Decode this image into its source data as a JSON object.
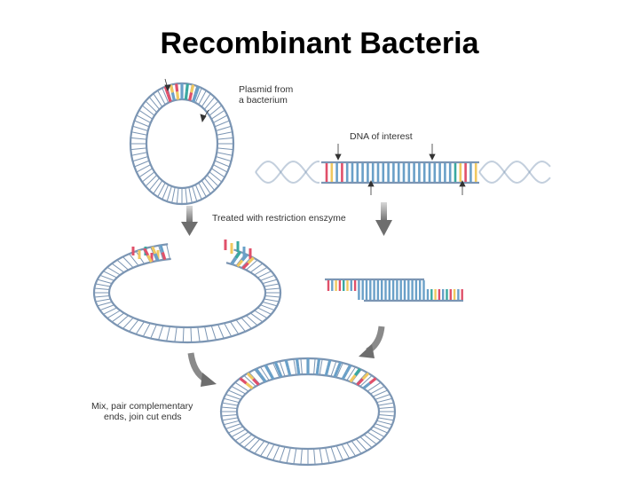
{
  "slide": {
    "title": "Recombinant Bacteria"
  },
  "labels": {
    "plasmid_line1": "Plasmid from",
    "plasmid_line2": "a bacterium",
    "dna_of_interest": "DNA of interest",
    "treated": "Treated with restriction enszyme",
    "mix_line1": "Mix, pair complementary",
    "mix_line2": "ends, join cut ends"
  },
  "colors": {
    "backbone": "#7b95b3",
    "rung": "#c5d8ea",
    "base_blue": "#6aa0c8",
    "base_red": "#e0506a",
    "base_yellow": "#f0c860",
    "base_teal": "#3aa8a0",
    "arrow": "#7a7a7a"
  }
}
